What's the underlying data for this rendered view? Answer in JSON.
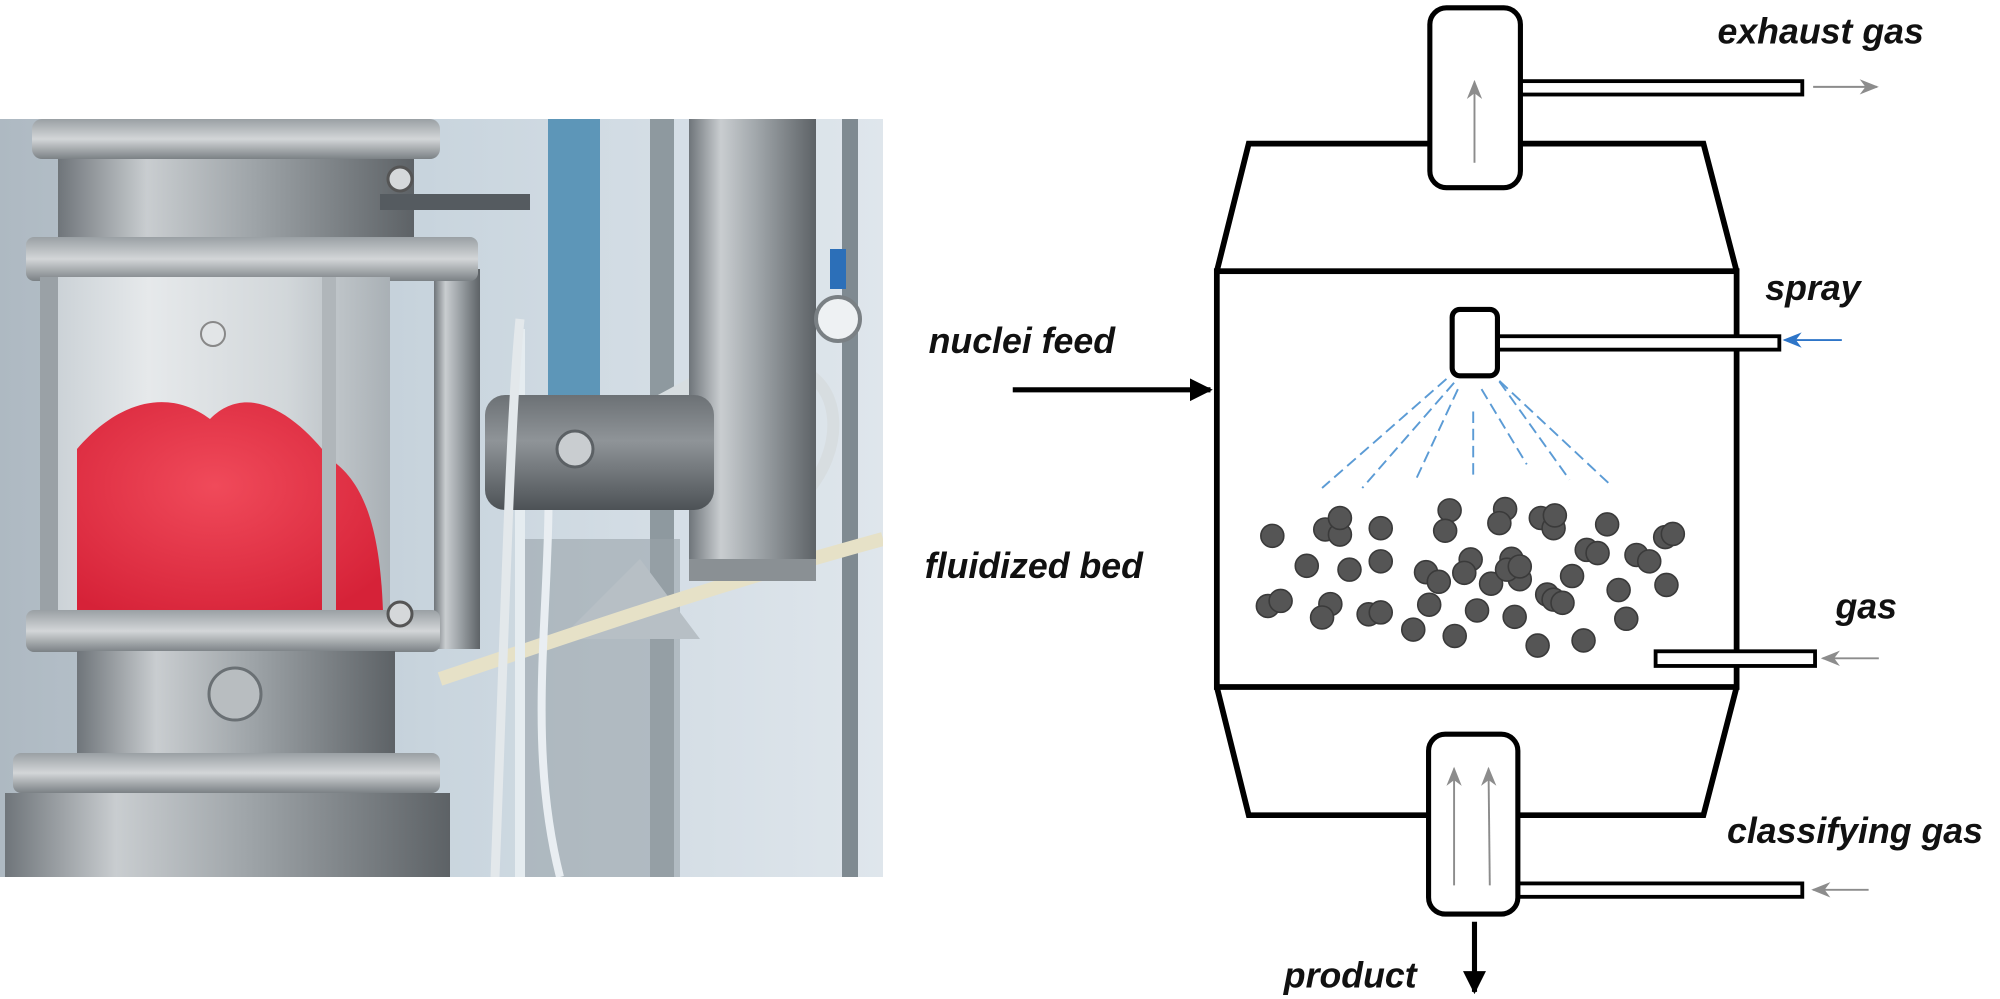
{
  "diagram": {
    "labels": {
      "exhaust_gas": "exhaust gas",
      "spray": "spray",
      "nuclei_feed": "nuclei feed",
      "fluidized_bed": "fluidized bed",
      "gas": "gas",
      "classifying_gas": "classifying gas",
      "product": "product"
    },
    "colors": {
      "outline": "#000000",
      "particle": "#555555",
      "flow_arrow": "#8c8c8c",
      "spray_arrow": "#2e75c8",
      "spray_jet": "#5b9bd5",
      "granules": "#e8303f"
    }
  }
}
